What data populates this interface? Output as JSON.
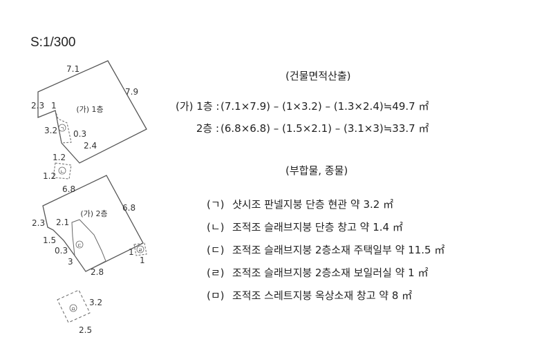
{
  "scale": "S:1/300",
  "plan1": {
    "dims": {
      "top": "7.1",
      "right": "7.9",
      "left": "2.3",
      "notch_w": "1",
      "annex_h": "3.2",
      "annex_w": "0.3",
      "bottom": "2.4"
    },
    "main_label": "(가) 1층",
    "annex_mark": "ㄱ"
  },
  "annex_l": {
    "dim_top": "1.2",
    "dim_left": "1.2",
    "mark": "ㄴ"
  },
  "plan2": {
    "dims": {
      "top": "6.8",
      "right": "6.8",
      "left": "2.3",
      "step": "2.1",
      "left_low": "1.5",
      "notch": "0.3",
      "inner": "3",
      "bottom": "2.8",
      "annex_right_a": "1",
      "annex_right_b": "1"
    },
    "main_label": "(가) 2층",
    "mark_c": "ㄷ",
    "mark_r": "ㄹ"
  },
  "annex_m": {
    "dim_right": "3.2",
    "dim_bottom": "2.5",
    "mark": "ㅁ"
  },
  "area_calc": {
    "title": "(건물면적산출)",
    "rows": [
      {
        "label": "(가) 1층 :",
        "formula": "(7.1×7.9) – (1×3.2) – (1.3×2.4)≒49.7 ㎡"
      },
      {
        "label": "2층 :",
        "formula": "(6.8×6.8) – (1.5×2.1) – (3.1×3)≒33.7 ㎡"
      }
    ]
  },
  "annexes": {
    "title": "(부합물, 종물)",
    "items": [
      {
        "mark": "(ㄱ)",
        "desc": "샷시조 판넬지붕 단층 현관 약 3.2 ㎡"
      },
      {
        "mark": "(ㄴ)",
        "desc": "조적조 슬래브지붕 단층 창고 약 1.4 ㎡"
      },
      {
        "mark": "(ㄷ)",
        "desc": "조적조 슬래브지붕 2층소재 주택일부 약 11.5 ㎡"
      },
      {
        "mark": "(ㄹ)",
        "desc": "조적조 슬래브지붕 2층소재 보일러실 약 1 ㎡"
      },
      {
        "mark": "(ㅁ)",
        "desc": "조적조 스레트지붕 옥상소재 창고 약 8 ㎡"
      }
    ]
  }
}
